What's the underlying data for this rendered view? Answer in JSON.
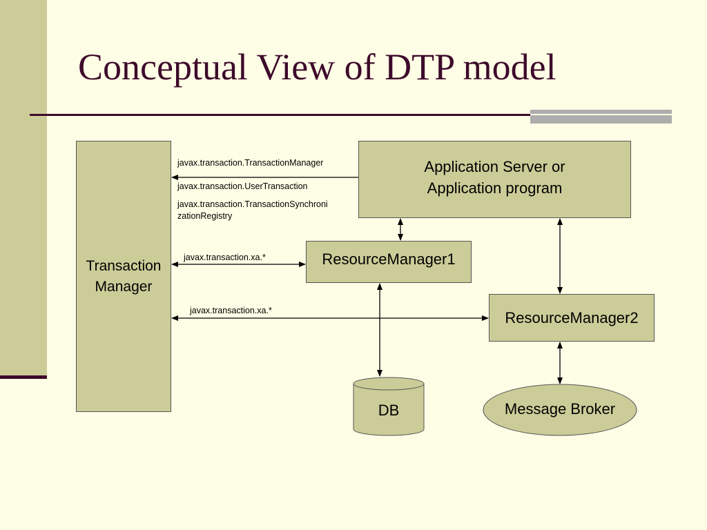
{
  "slide": {
    "title": "Conceptual View of DTP model"
  },
  "diagram": {
    "nodes": {
      "transaction_manager": "Transaction\nManager",
      "app_server": "Application Server or\nApplication program",
      "resource_manager1": "ResourceManager1",
      "resource_manager2": "ResourceManager2",
      "db": "DB",
      "message_broker": "Message Broker"
    },
    "edge_labels": {
      "app_to_tm_1": "javax.transaction.TransactionManager",
      "app_to_tm_2": "javax.transaction.UserTransaction",
      "app_to_tm_3": "javax.transaction.TransactionSynchroni\nzationRegistry",
      "tm_rm1": "javax.transaction.xa.*",
      "tm_rm2": "javax.transaction.xa.*"
    }
  },
  "colors": {
    "background": "#fefde5",
    "box_fill": "#cccc99",
    "title": "#3d0a2b",
    "accent_bar": "#adadad"
  }
}
